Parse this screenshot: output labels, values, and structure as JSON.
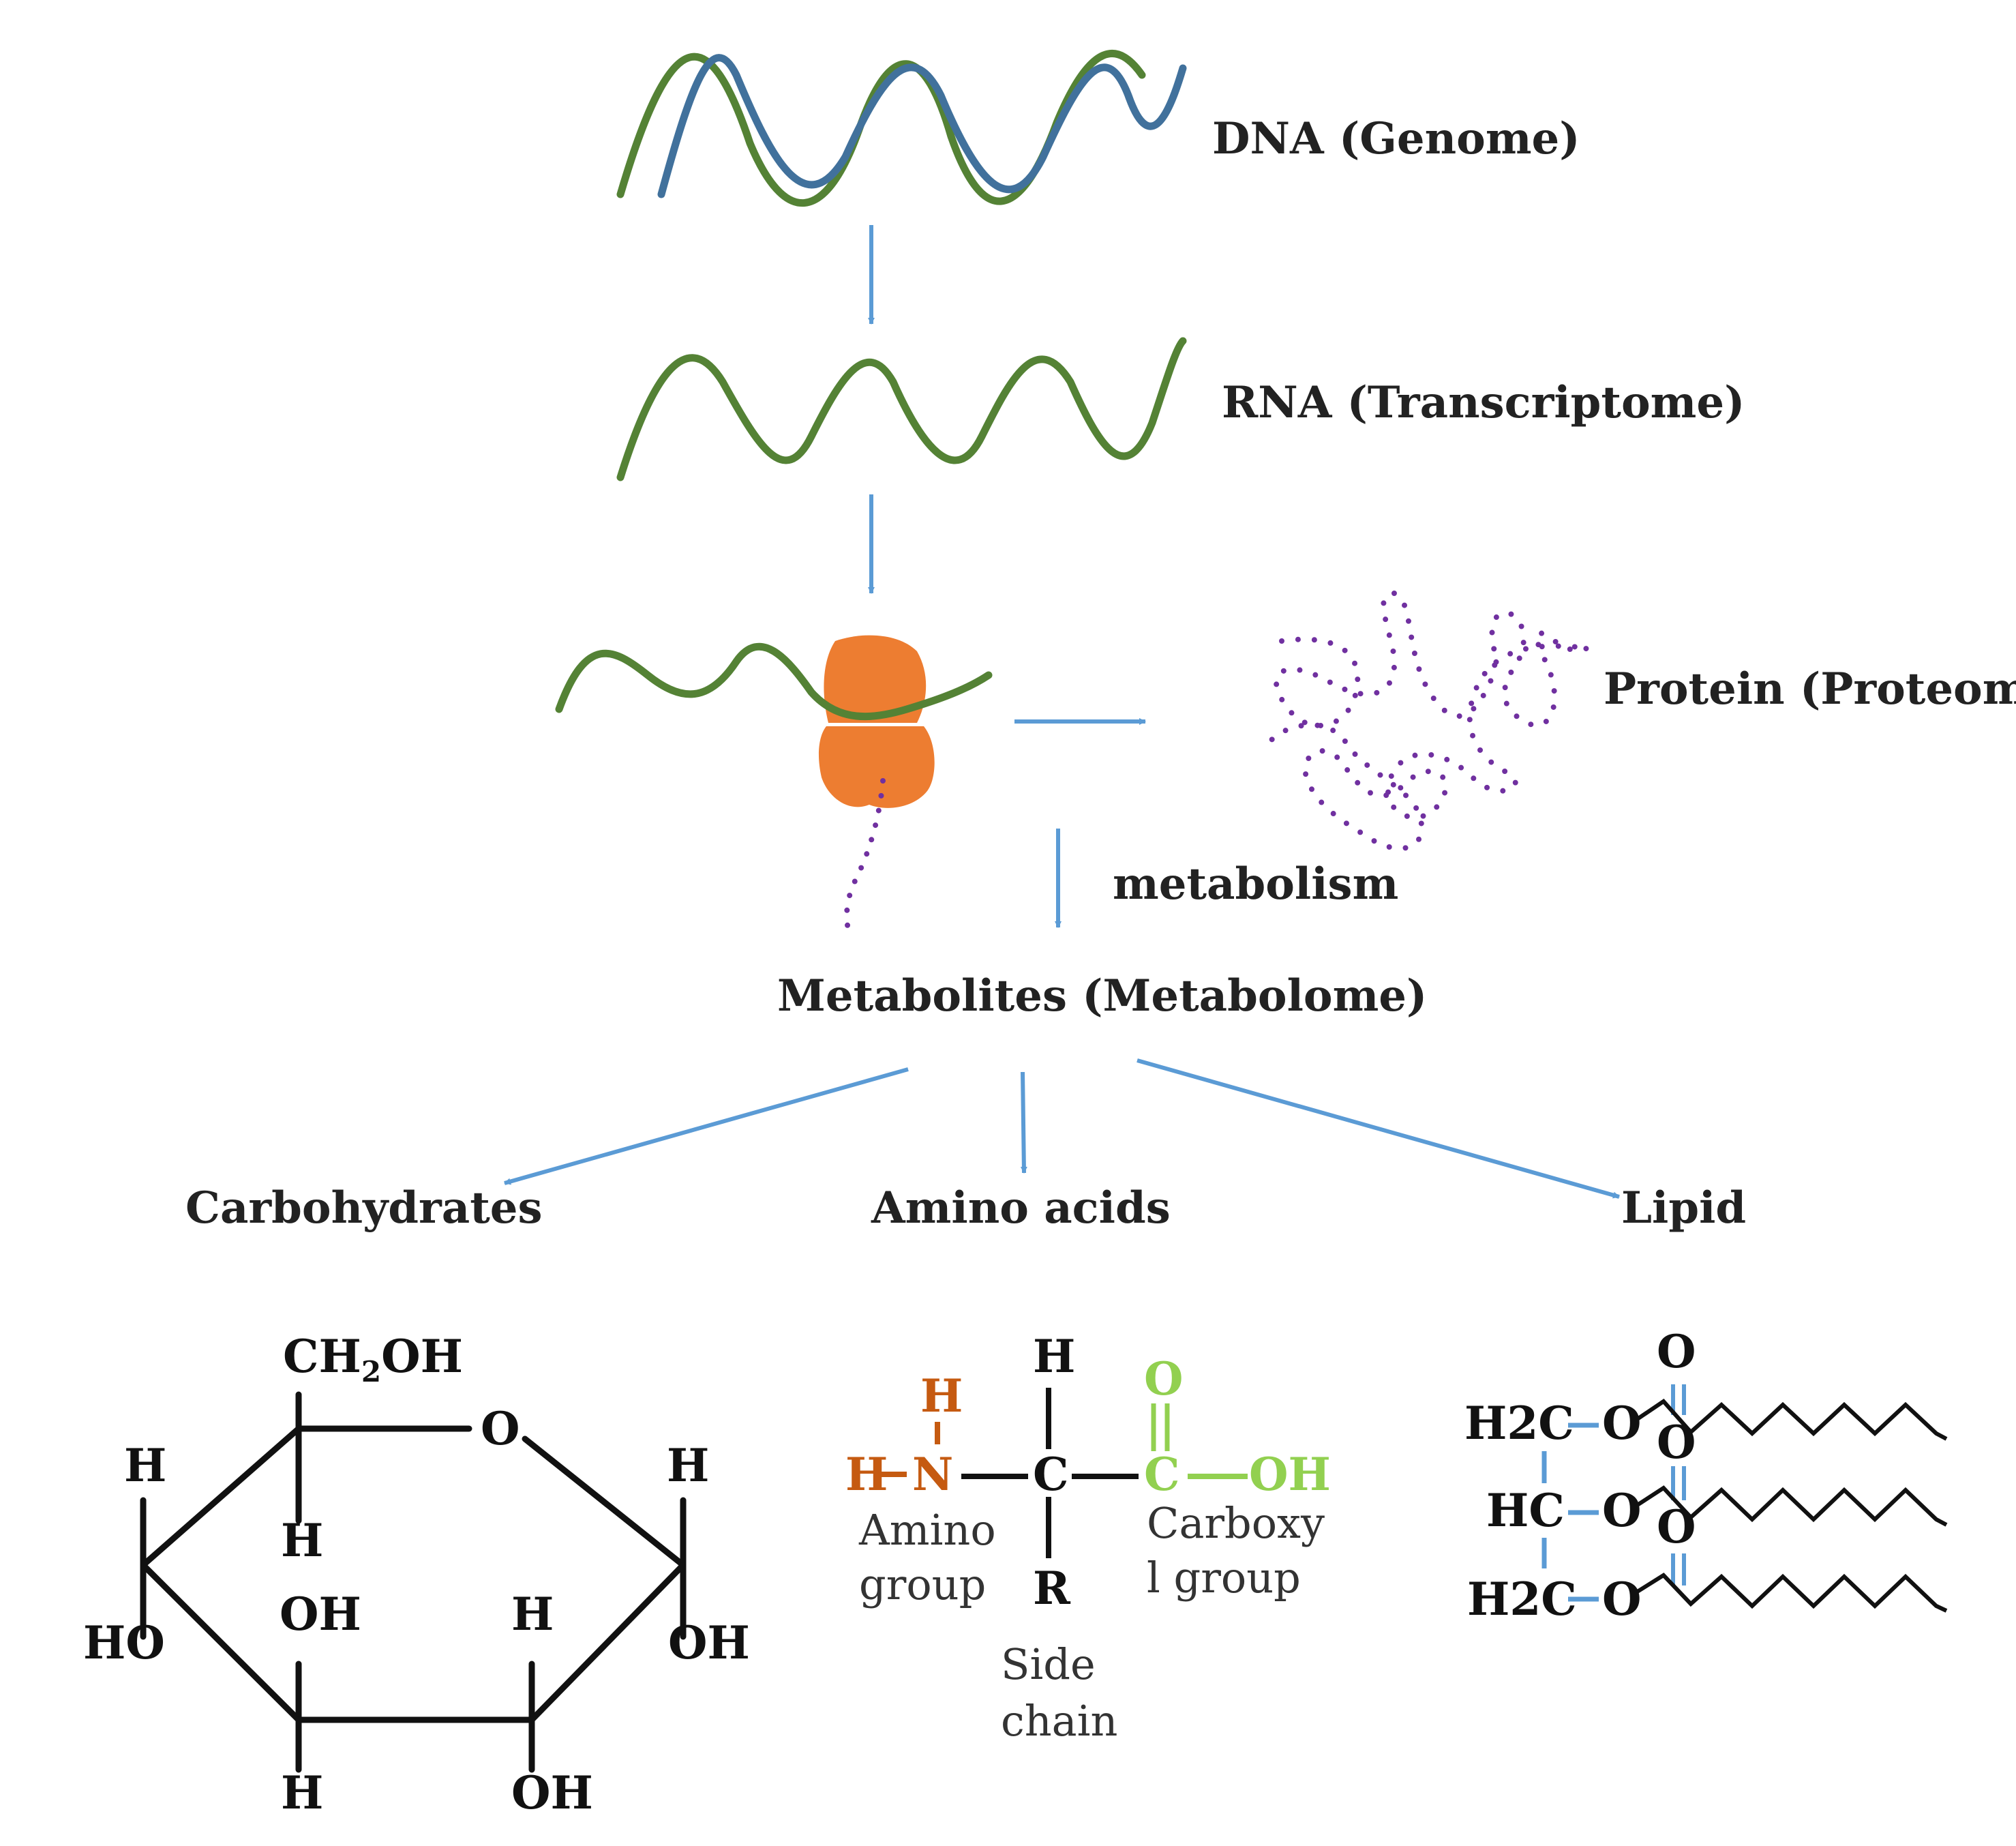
{
  "colors": {
    "strand_green": "#548235",
    "strand_blue": "#41719c",
    "arrow_blue": "#5b9bd5",
    "ribosome_orange": "#ed7d31",
    "protein_purple": "#7030a0",
    "amino_orange": "#c55a11",
    "carboxyl_green": "#92d050",
    "lipid_blue": "#5b9bd5",
    "text": "#222222"
  },
  "labels": {
    "dna": "DNA (Genome)",
    "rna": "RNA (Transcriptome)",
    "protein": "Protein (Proteome)",
    "metabolism": "metabolism",
    "metabolites": "Metabolites (Metabolome)",
    "carbohydrates": "Carbohydrates",
    "amino_acids": "Amino acids",
    "lipid": "Lipid"
  },
  "glucose": {
    "ch2oh_main": "CH",
    "ch2oh_sub": "2",
    "ch2oh_tail": "OH",
    "ring_o": "O",
    "h_left_top": "H",
    "h_c5_down": "H",
    "h_right_top": "H",
    "ho_left": "HO",
    "oh_c3": "OH",
    "h_c2": "H",
    "oh_right": "OH",
    "h_bottom_left": "H",
    "oh_bottom_right": "OH"
  },
  "amino_acid": {
    "h_amino_top": "H",
    "h_amino_left": "H",
    "n_atom": "N",
    "c_alpha": "C",
    "h_alpha_top": "H",
    "r_group": "R",
    "c_carboxyl": "C",
    "o_double": "O",
    "oh_carboxyl": "OH",
    "amino_group_line1": "Amino",
    "amino_group_line2": "group",
    "carboxyl_line1": "Carboxy",
    "carboxyl_line2": "l group",
    "side_chain_line1": "Side",
    "side_chain_line2": "chain"
  },
  "lipid": {
    "row1_carbon": "H2C",
    "row2_carbon": "HC",
    "row3_carbon": "H2C",
    "ester_o": "O",
    "carbonyl_o": "O"
  }
}
